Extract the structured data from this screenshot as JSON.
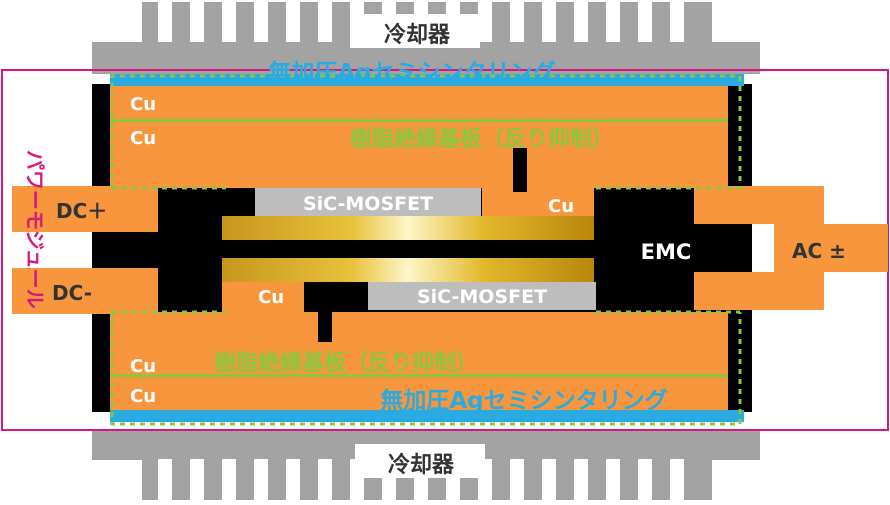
{
  "labels": {
    "cooler_top": "冷却器",
    "cooler_bottom": "冷却器",
    "sinter_top": "無加圧Agセミシンタリング",
    "sinter_bottom": "無加圧Agセミシンタリング",
    "substrate_top": "樹脂絶縁基板（反り抑制）",
    "substrate_bottom": "樹脂絶縁基板（反り抑制）",
    "cu_1": "Cu",
    "cu_2": "Cu",
    "cu_3": "Cu",
    "cu_4": "Cu",
    "cu_5": "Cu",
    "cu_6": "Cu",
    "mosfet_top": "SiC-MOSFET",
    "mosfet_bottom": "SiC-MOSFET",
    "emc": "EMC",
    "dc_plus": "DC＋",
    "dc_minus": "DC-",
    "ac": "AC ±",
    "power_module": "パワーモジュール"
  },
  "colors": {
    "cooler_gray": "#a3a3a3",
    "copper_orange": "#f7963c",
    "mold_black": "#000000",
    "sinter_blue": "#29abe2",
    "insulation_green": "#8cc63f",
    "module_pink": "#d6187e",
    "mosfet_gray": "#bdbdbd",
    "lead_gold": "#d4a017",
    "label_dark": "#333333"
  }
}
